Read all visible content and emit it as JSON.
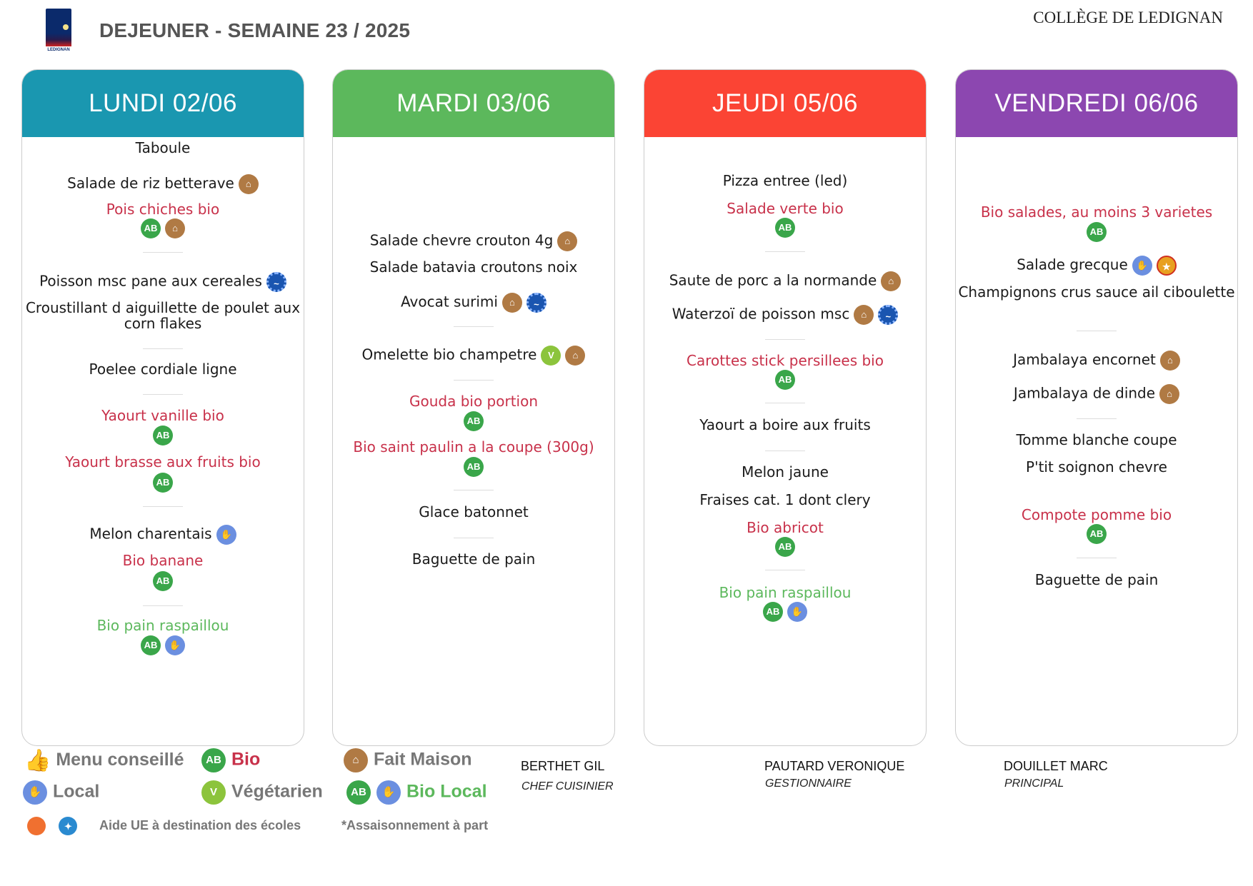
{
  "header": {
    "logo_text": "LEDIGNAN",
    "title": "DEJEUNER - SEMAINE 23 / 2025",
    "school": "COLLÈGE DE LEDIGNAN"
  },
  "colors": {
    "lundi": "#1a97b0",
    "mardi": "#5cb85c",
    "jeudi": "#fb4434",
    "vendredi": "#8c47b0",
    "bio_text": "#c8314a",
    "local_text": "#5cb85c"
  },
  "days": [
    {
      "label": "LUNDI 02/06",
      "items": [
        {
          "name": "Taboule"
        },
        {
          "name": "Salade de riz betterave",
          "icons": [
            "fait-maison-icon"
          ]
        },
        {
          "name": "Pois chiches bio",
          "icons": [
            "bio-icon",
            "fait-maison-icon"
          ]
        },
        {
          "name": "Poisson msc pane aux cereales",
          "icons": [
            "msc-icon"
          ]
        },
        {
          "name": "Croustillant d aiguillette de poulet aux corn flakes"
        },
        {
          "name": "Poelee cordiale ligne"
        },
        {
          "name": "Yaourt vanille bio",
          "icons": [
            "bio-icon"
          ]
        },
        {
          "name": "Yaourt brasse aux fruits bio",
          "icons": [
            "bio-icon"
          ]
        },
        {
          "name": "Melon charentais",
          "icons": [
            "local-icon"
          ]
        },
        {
          "name": "Bio banane",
          "icons": [
            "bio-icon"
          ]
        },
        {
          "name": "Bio pain raspaillou",
          "icons": [
            "bio-icon",
            "local-icon"
          ]
        }
      ]
    },
    {
      "label": "MARDI 03/06",
      "items": [
        {
          "name": "Salade chevre crouton 4g",
          "icons": [
            "fait-maison-icon"
          ]
        },
        {
          "name": "Salade batavia croutons noix"
        },
        {
          "name": "Avocat surimi",
          "icons": [
            "fait-maison-icon",
            "msc-icon"
          ]
        },
        {
          "name": "Omelette bio champetre",
          "icons": [
            "vegetarien-icon",
            "fait-maison-icon"
          ]
        },
        {
          "name": "Gouda bio portion",
          "icons": [
            "bio-icon"
          ]
        },
        {
          "name": "Bio saint paulin a la coupe (300g)",
          "icons": [
            "bio-icon"
          ]
        },
        {
          "name": "Glace batonnet"
        },
        {
          "name": "Baguette de pain"
        }
      ]
    },
    {
      "label": "JEUDI 05/06",
      "items": [
        {
          "name": "Pizza entree (led)"
        },
        {
          "name": "Salade verte bio",
          "icons": [
            "bio-icon"
          ]
        },
        {
          "name": "Saute de porc a la normande",
          "icons": [
            "fait-maison-icon"
          ]
        },
        {
          "name": "Waterzoï de poisson msc",
          "icons": [
            "fait-maison-icon",
            "msc-icon"
          ]
        },
        {
          "name": "Carottes stick persillees bio",
          "icons": [
            "bio-icon"
          ]
        },
        {
          "name": "Yaourt a boire aux fruits"
        },
        {
          "name": "Melon jaune"
        },
        {
          "name": "Fraises cat. 1 dont clery"
        },
        {
          "name": "Bio abricot",
          "icons": [
            "bio-icon"
          ]
        },
        {
          "name": "Bio pain raspaillou",
          "icons": [
            "bio-icon",
            "local-icon"
          ]
        }
      ]
    },
    {
      "label": "VENDREDI 06/06",
      "items": [
        {
          "name": "Bio salades, au moins 3 varietes",
          "icons": [
            "bio-icon"
          ]
        },
        {
          "name": "Salade grecque",
          "icons": [
            "local-icon",
            "aop-icon"
          ]
        },
        {
          "name": "Champignons crus sauce ail ciboulette"
        },
        {
          "name": "Jambalaya encornet",
          "icons": [
            "fait-maison-icon"
          ]
        },
        {
          "name": "Jambalaya de dinde",
          "icons": [
            "fait-maison-icon"
          ]
        },
        {
          "name": "Tomme blanche coupe"
        },
        {
          "name": "P'tit soignon chevre"
        },
        {
          "name": "Compote pomme bio",
          "icons": [
            "bio-icon"
          ]
        },
        {
          "name": "Baguette de pain"
        }
      ]
    }
  ],
  "legend": {
    "menu_conseille": "Menu conseillé",
    "bio": "Bio",
    "fait_maison": "Fait Maison",
    "local": "Local",
    "vegetarien": "Végétarien",
    "bio_local": "Bio Local",
    "aide_ue": "Aide UE à destination des écoles",
    "assaisonnement": "*Assaisonnement à part"
  },
  "signatures": [
    {
      "name": "BERTHET GIL",
      "role": "CHEF CUISINIER"
    },
    {
      "name": "PAUTARD VERONIQUE",
      "role": "GESTIONNAIRE"
    },
    {
      "name": "DOUILLET MARC",
      "role": "PRINCIPAL"
    }
  ]
}
